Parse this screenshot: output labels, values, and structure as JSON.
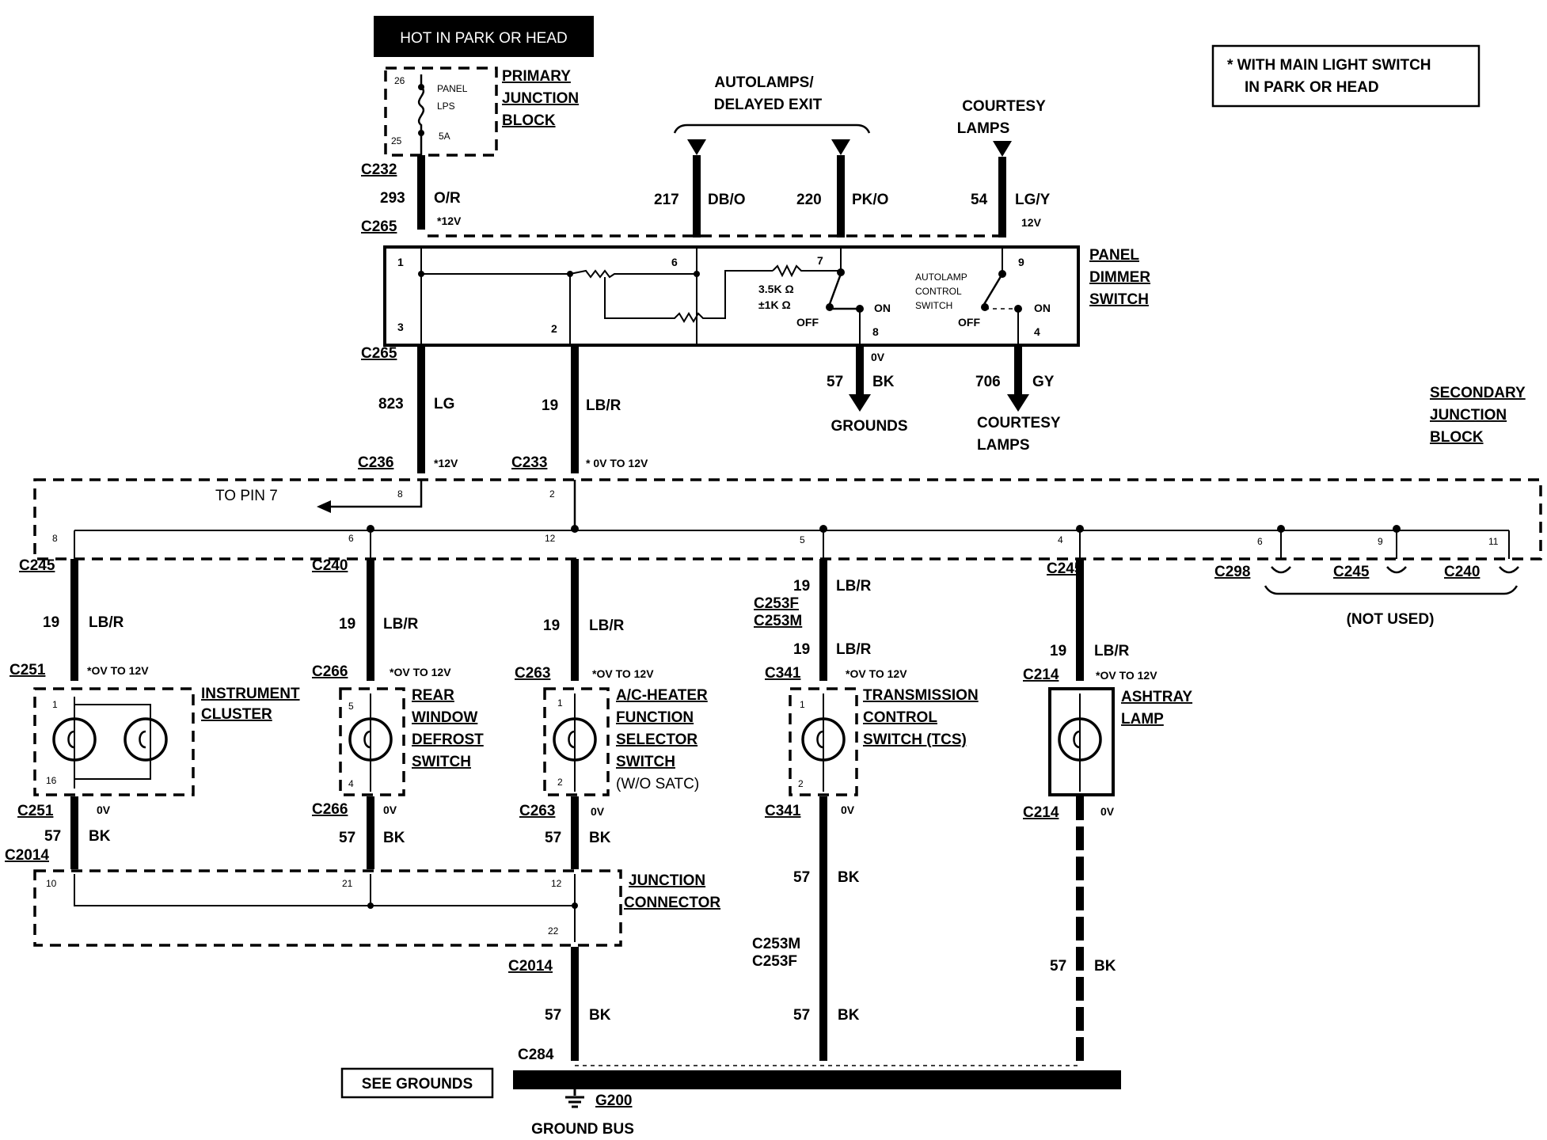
{
  "header_box": "HOT IN PARK OR HEAD",
  "legend_note": {
    "line1": "* WITH MAIN LIGHT SWITCH",
    "line2": "IN PARK OR HEAD"
  },
  "primary_junction_block": {
    "title": [
      "PRIMARY",
      "JUNCTION",
      "BLOCK"
    ],
    "fuse_label": [
      "PANEL",
      "LPS",
      "5A"
    ],
    "pin_top": "26",
    "pin_bottom": "25"
  },
  "autolamps_group": {
    "line1": "AUTOLAMPS/",
    "line2": "DELAYED EXIT"
  },
  "courtesy_lamps_top": {
    "line1": "COURTESY",
    "line2": "LAMPS"
  },
  "top_wires": [
    {
      "circuit": "293",
      "color": "O/R",
      "conn_top": "C232",
      "conn_bottom": "C265",
      "voltage": "*12V"
    },
    {
      "circuit": "217",
      "color": "DB/O"
    },
    {
      "circuit": "220",
      "color": "PK/O"
    },
    {
      "circuit": "54",
      "color": "LG/Y",
      "voltage": "12V"
    }
  ],
  "panel_dimmer_switch": {
    "title": [
      "PANEL",
      "DIMMER",
      "SWITCH"
    ],
    "pins": [
      "1",
      "3",
      "2",
      "6",
      "7",
      "8",
      "9",
      "4"
    ],
    "resistor_label": [
      "3.5K Ω",
      "±1K Ω"
    ],
    "autolamp_switch": [
      "AUTOLAMP",
      "CONTROL",
      "SWITCH"
    ],
    "on": "ON",
    "off": "OFF",
    "conn_bottom": "C265"
  },
  "dimmer_outputs": {
    "grounds_circuit": "57",
    "grounds_color": "BK",
    "grounds_voltage": "0V",
    "grounds_label": "GROUNDS",
    "courtesy_circuit": "706",
    "courtesy_color": "GY",
    "courtesy_label": [
      "COURTESY",
      "LAMPS"
    ]
  },
  "mid_wires": [
    {
      "circuit": "823",
      "color": "LG",
      "conn": "C236",
      "voltage": "*12V"
    },
    {
      "circuit": "19",
      "color": "LB/R",
      "conn": "C233",
      "voltage": "* 0V TO 12V"
    }
  ],
  "secondary_junction_block": {
    "title": [
      "SECONDARY",
      "JUNCTION",
      "BLOCK"
    ],
    "to_pin": "TO PIN 7",
    "pins": [
      "8",
      "2",
      "8",
      "6",
      "12",
      "5",
      "4",
      "6",
      "9",
      "11"
    ],
    "not_used_conns": [
      "C298",
      "C245",
      "C240"
    ],
    "not_used_label": "(NOT USED)"
  },
  "branches": [
    {
      "conn_top": "C245",
      "circuit": "19",
      "color": "LB/R",
      "conn_load_top": "C251",
      "voltage": "*OV TO 12V",
      "device": [
        "INSTRUMENT",
        "CLUSTER"
      ],
      "pin_top": "1",
      "pin_bottom": "16",
      "conn_load_bottom": "C251",
      "gnd_voltage": "0V",
      "gnd_circuit": "57",
      "gnd_color": "BK",
      "gnd_conn": "C2014"
    },
    {
      "conn_top": "C240",
      "circuit": "19",
      "color": "LB/R",
      "conn_load_top": "C266",
      "voltage": "*OV TO 12V",
      "device": [
        "REAR",
        "WINDOW",
        "DEFROST",
        "SWITCH"
      ],
      "pin_top": "5",
      "pin_bottom": "4",
      "conn_load_bottom": "C266",
      "gnd_voltage": "0V",
      "gnd_circuit": "57",
      "gnd_color": "BK"
    },
    {
      "conn_top": "",
      "circuit": "19",
      "color": "LB/R",
      "conn_load_top": "C263",
      "voltage": "*OV TO 12V",
      "device": [
        "A/C-HEATER",
        "FUNCTION",
        "SELECTOR",
        "SWITCH",
        "(W/O SATC)"
      ],
      "pin_top": "1",
      "pin_bottom": "2",
      "conn_load_bottom": "C263",
      "gnd_voltage": "0V",
      "gnd_circuit": "57",
      "gnd_color": "BK"
    },
    {
      "conn_top": "",
      "circuit": "19",
      "color": "LB/R",
      "conn_mid": [
        "C253F",
        "C253M"
      ],
      "circuit2": "19",
      "color2": "LB/R",
      "conn_load_top": "C341",
      "voltage": "*OV TO 12V",
      "device": [
        "TRANSMISSION",
        "CONTROL",
        "SWITCH (TCS)"
      ],
      "pin_top": "1",
      "pin_bottom": "2",
      "conn_load_bottom": "C341",
      "gnd_voltage": "0V",
      "gnd_circuit": "57",
      "gnd_color": "BK",
      "gnd_conn_mid": [
        "C253M",
        "C253F"
      ],
      "gnd_circuit2": "57",
      "gnd_color2": "BK"
    },
    {
      "conn_top": "C245",
      "circuit": "19",
      "color": "LB/R",
      "conn_load_top": "C214",
      "voltage": "*OV TO 12V",
      "device": [
        "ASHTRAY",
        "LAMP"
      ],
      "conn_load_bottom": "C214",
      "gnd_voltage": "0V",
      "gnd_circuit": "57",
      "gnd_color": "BK"
    }
  ],
  "junction_connector": {
    "title": [
      "JUNCTION",
      "CONNECTOR"
    ],
    "pins": [
      "10",
      "21",
      "12",
      "22"
    ],
    "conn_out": "C2014",
    "out_circuit": "57",
    "out_color": "BK"
  },
  "ground_bus": {
    "conn": "C284",
    "ground": "G200",
    "label": "GROUND BUS",
    "see_grounds": "SEE GROUNDS"
  }
}
